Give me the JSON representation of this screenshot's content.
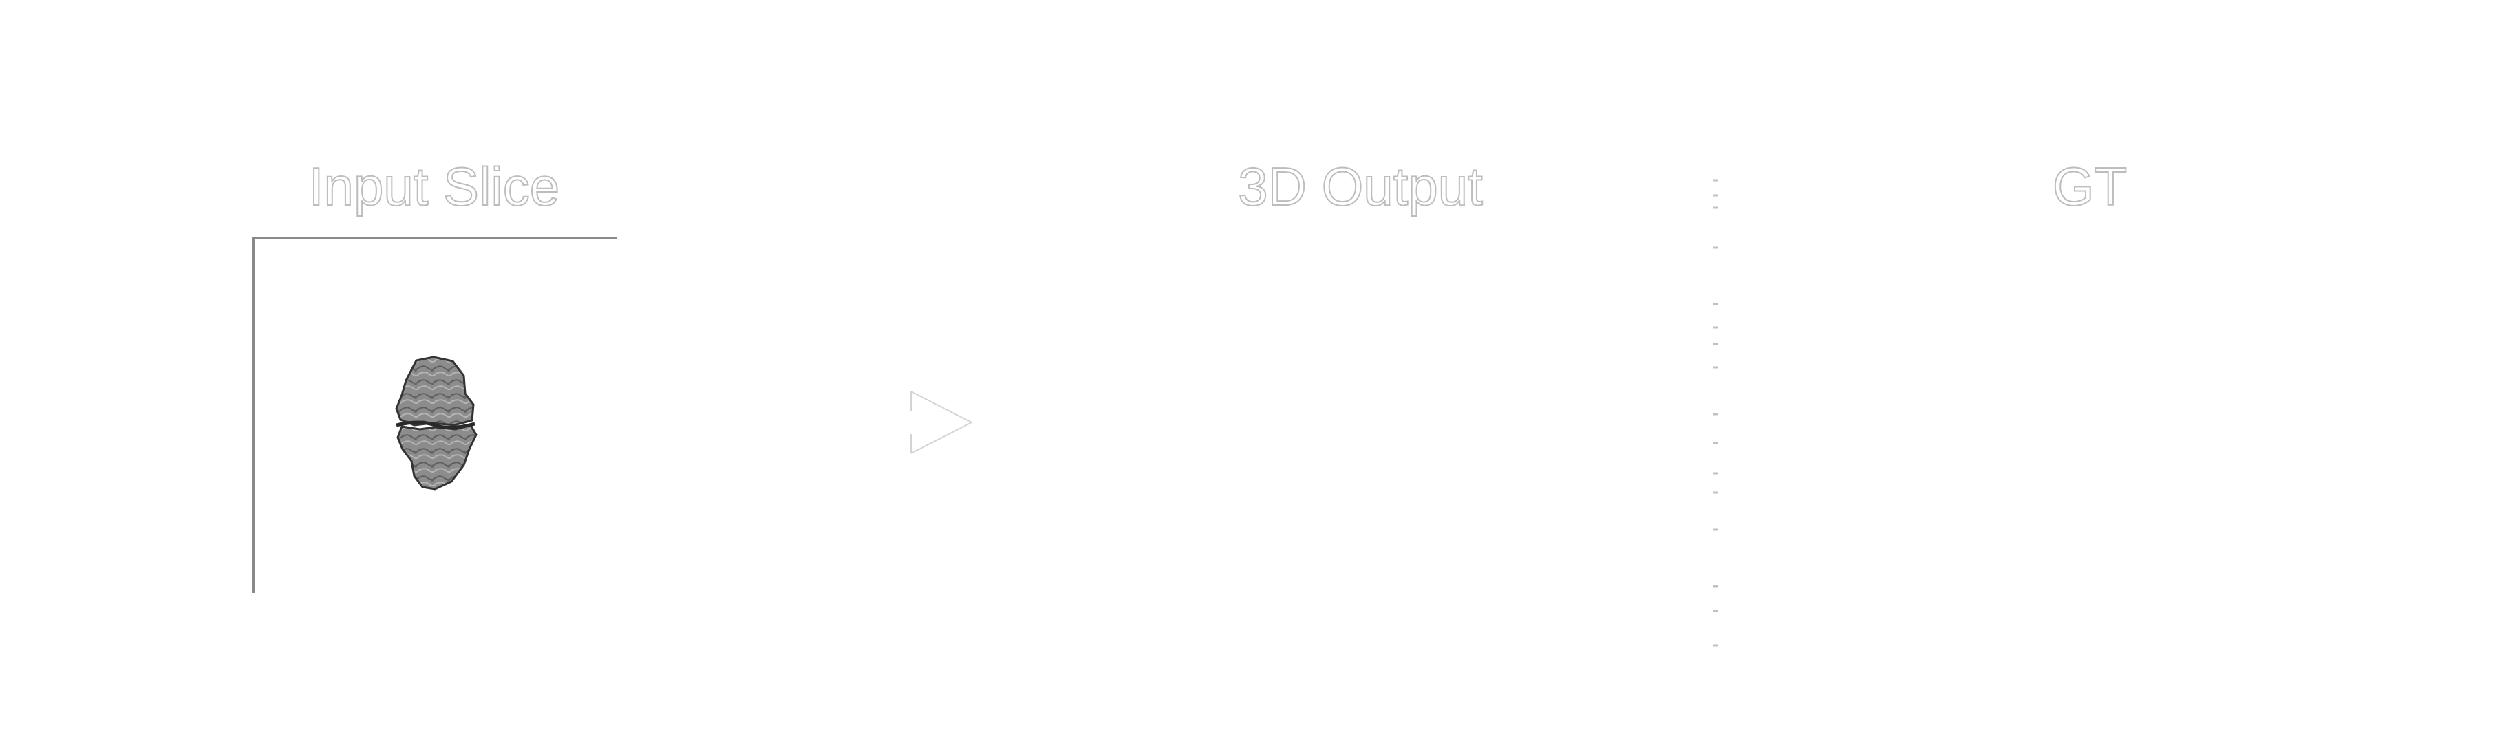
{
  "titles": {
    "input": "Input Slice",
    "output": "3D Output",
    "gt": "GT"
  },
  "icons": {
    "arrow": "arrow-right-outline-icon"
  },
  "colors": {
    "title_outline": "#bdbdbd",
    "axis": "#8a8a8a",
    "slice_fill": "#8c8c8c",
    "slice_edge": "#333333",
    "divider": "#c0c0c0"
  }
}
